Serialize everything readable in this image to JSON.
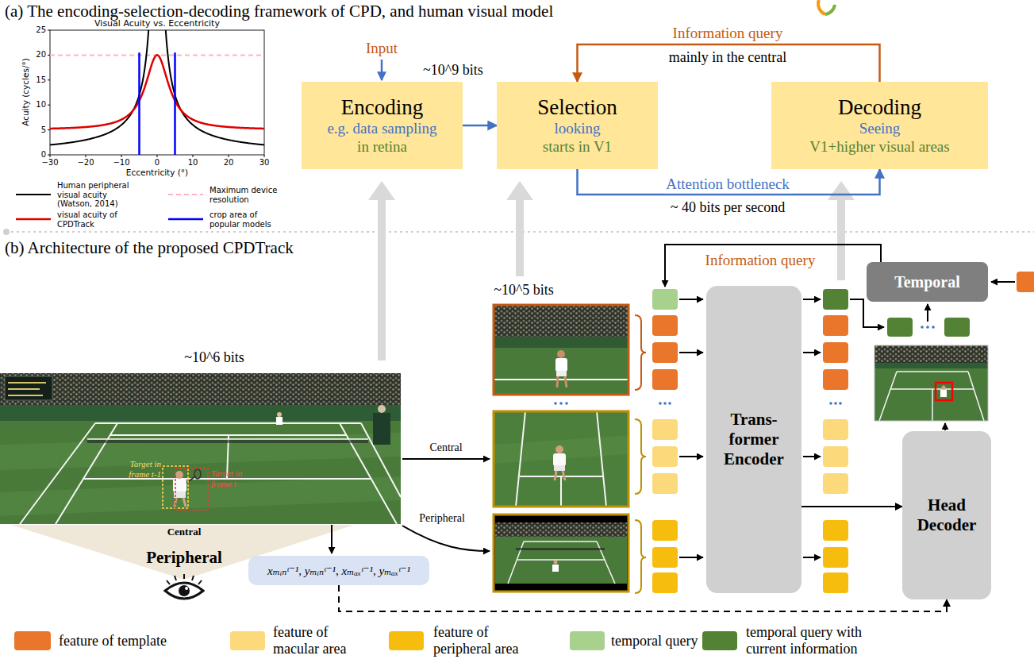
{
  "diagram": {
    "nodes": [
      {
        "text": [
          "Encoding",
          "e.g. data sampling",
          "in retina"
        ]
      },
      {
        "text": [
          "Selection",
          "looking",
          "starts in V1"
        ]
      },
      {
        "text": [
          "Decoding",
          "Seeing",
          "V1+higher visual areas"
        ]
      },
      {
        "text": [
          "Temporal"
        ]
      },
      {
        "text": [
          "Trans- former Encoder"
        ]
      },
      {
        "text": [
          "Head Decoder"
        ]
      },
      {
        "text": [
          "xₘᵢₙᵗ⁻¹, yₘᵢₙᵗ⁻¹, xₘₐₓᵗ⁻¹, yₘₐₓᵗ⁻¹"
        ]
      }
    ],
    "edges": [
      {
        "from": 0,
        "to": 1,
        "arrow": "to"
      },
      {
        "from": 1,
        "to": 2,
        "label": "Attention bottleneck",
        "arrow": "to"
      },
      {
        "from": 2,
        "to": 1,
        "label": "Information query",
        "arrow": "to"
      },
      {
        "from": 4,
        "to": 5,
        "arrow": "to"
      },
      {
        "from": 6,
        "to": 5,
        "arrow": "to"
      }
    ],
    "labels": [
      "(a) The encoding-selection-decoding framework of CPD, and human visual model",
      "Visual Acuity vs. Eccentricity",
      "Acuity (cycles/°)",
      "Eccentricity (°)",
      "0",
      "5",
      "10",
      "15",
      "20",
      "25",
      "−30",
      "−20",
      "−10",
      "0",
      "10",
      "20",
      "30",
      "Input",
      "~10^9 bits",
      "mainly in the central",
      "~ 40 bits per second",
      "(b) Architecture of the proposed CPDTrack",
      "~10^6 bits",
      "Target in frame t-1",
      "Target in frame t",
      "Central",
      "Peripheral",
      "Central",
      "Peripheral",
      "~10^5 bits",
      "Information query"
    ],
    "legend": [
      {
        "text": "Human peripheral visual acuity (Watson, 2014)"
      },
      {
        "text": "Maximum device resolution"
      },
      {
        "text": "visual acuity of CPDTrack"
      },
      {
        "text": "crop area of popular models"
      },
      {
        "text": "feature of template",
        "color": "#e9762b"
      },
      {
        "text": "feature of macular area",
        "color": "#fcd97a"
      },
      {
        "text": "feature of peripheral area",
        "color": "#f7bd0e"
      },
      {
        "text": "temporal query",
        "color": "#a9d18e"
      },
      {
        "text": "temporal query with current information",
        "color": "#548235"
      }
    ]
  }
}
